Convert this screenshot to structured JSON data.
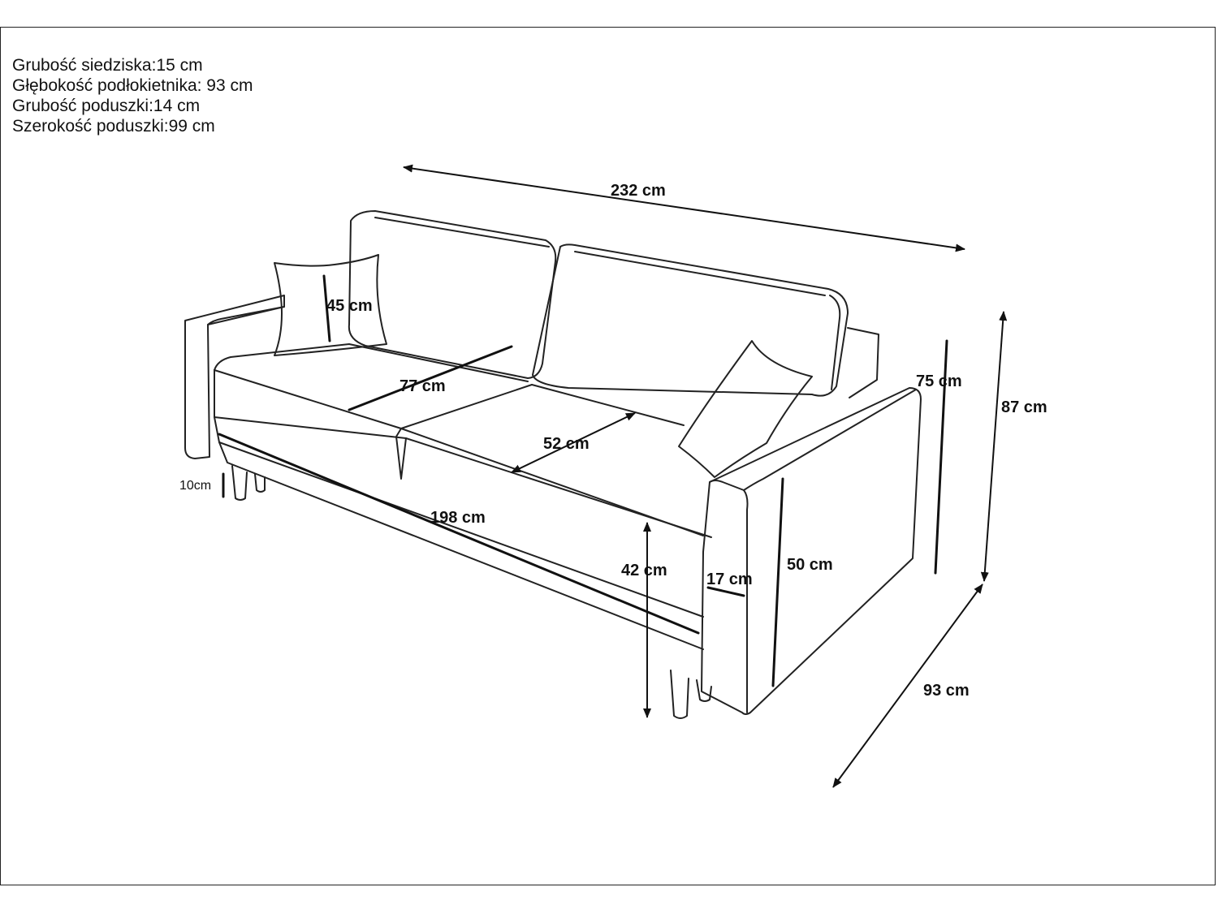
{
  "specs": [
    "Grubość siedziska:15 cm",
    "Głębokość podłokietnika: 93 cm",
    "Grubość poduszki:14 cm",
    "Szerokość poduszki:99 cm"
  ],
  "dimensions": {
    "total_width": "232 cm",
    "total_height": "87 cm",
    "back_height": "75 cm",
    "depth": "93 cm",
    "seat_depth": "77 cm",
    "sleeping_depth": "52 cm",
    "sleeping_width": "198 cm",
    "seat_height": "42 cm",
    "armrest_width": "17 cm",
    "armrest_height": "50 cm",
    "pillow_size": "45 cm",
    "leg_height": "10cm"
  }
}
